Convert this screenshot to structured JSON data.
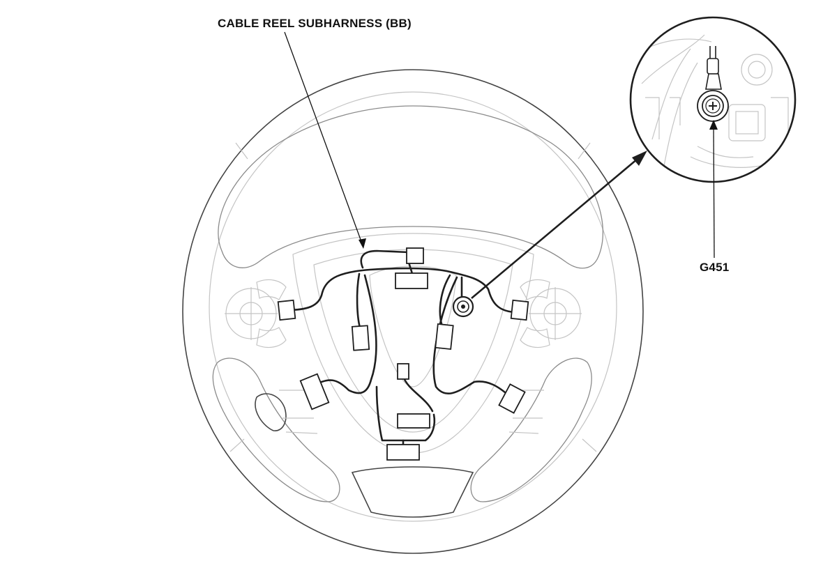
{
  "labels": {
    "harness": "CABLE REEL SUBHARNESS (BB)",
    "ground": "G451"
  },
  "icons": {
    "steering_wheel": "steering-wheel-illustration",
    "ground_bolt": "ground-bolt-icon",
    "detail_view": "magnified-detail-circle"
  },
  "colors": {
    "line": "#1e1e1e",
    "background": "#ffffff"
  }
}
